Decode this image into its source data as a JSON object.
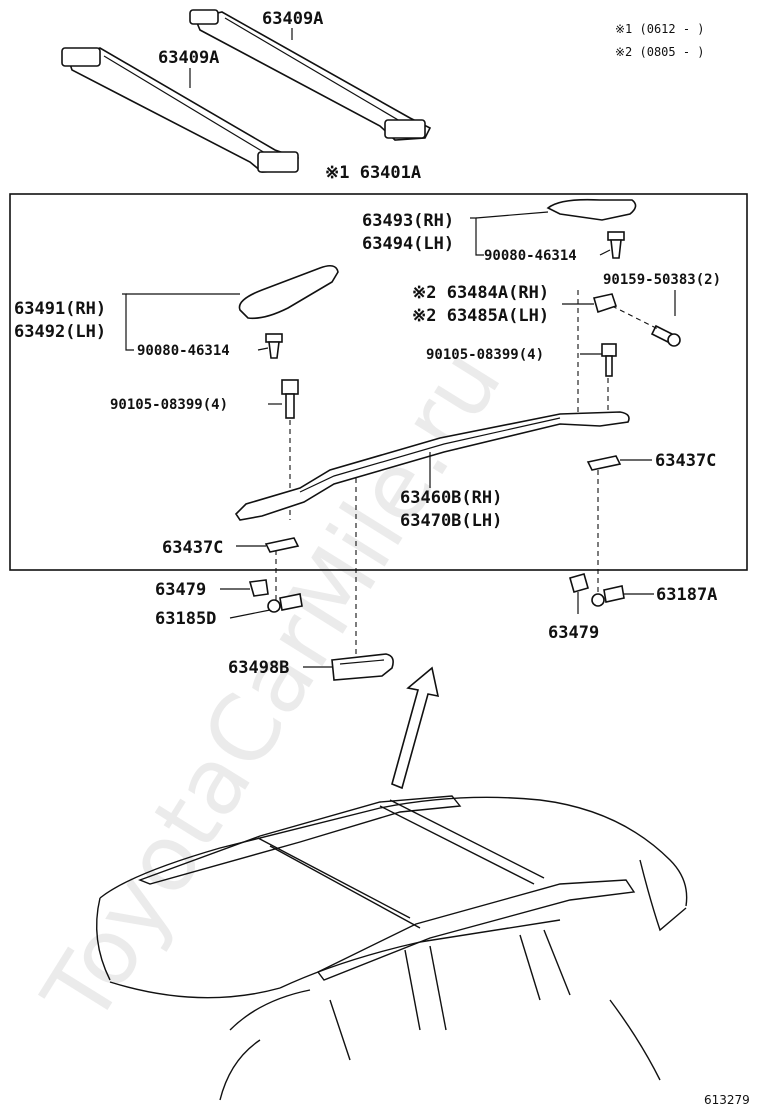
{
  "notes": {
    "n1": "※1 (0612 -      )",
    "n2": "※2 (0805 -      )"
  },
  "labels": {
    "p63409A_1": "63409A",
    "p63409A_2": "63409A",
    "p63401A": "※1 63401A",
    "p63493": "63493(RH)",
    "p63494": "63494(LH)",
    "p90080_right": "90080-46314",
    "p90159": "90159-50383(2)",
    "p63484A": "※2 63484A(RH)",
    "p63485A": "※2 63485A(LH)",
    "p63491": "63491(RH)",
    "p63492": "63492(LH)",
    "p90080_left": "90080-46314",
    "p90105_right": "90105-08399(4)",
    "p90105_left": "90105-08399(4)",
    "p63437C_right": "63437C",
    "p63460B": "63460B(RH)",
    "p63470B": "63470B(LH)",
    "p63437C_left": "63437C",
    "p63479_left": "63479",
    "p63185D": "63185D",
    "p63187A": "63187A",
    "p63479_right": "63479",
    "p63498B": "63498B"
  },
  "watermark": "ToyotaCarMile.ru",
  "diagram_code": "613279"
}
